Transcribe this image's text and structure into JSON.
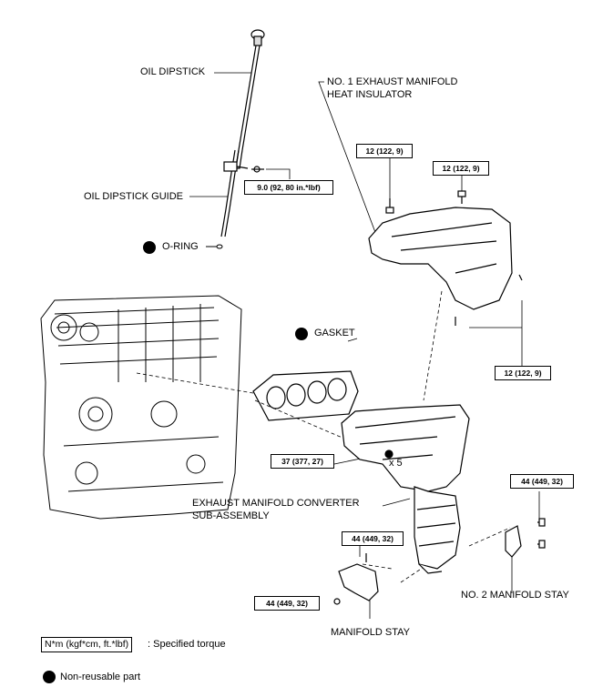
{
  "labels": {
    "oil_dipstick": "OIL DIPSTICK",
    "oil_dipstick_guide": "OIL DIPSTICK GUIDE",
    "o_ring": "O-RING",
    "heat_insulator_line1": "NO. 1 EXHAUST MANIFOLD",
    "heat_insulator_line2": "HEAT INSULATOR",
    "gasket": "GASKET",
    "converter_line1": "EXHAUST MANIFOLD CONVERTER",
    "converter_line2": "SUB-ASSEMBLY",
    "manifold_stay": "MANIFOLD STAY",
    "no2_manifold_stay": "NO. 2 MANIFOLD STAY",
    "x5": "x 5"
  },
  "torques": {
    "guide_bolt": "9.0 (92, 80 in.*lbf)",
    "insulator_left": "12 (122, 9)",
    "insulator_right": "12 (122, 9)",
    "insulator_bottom": "12 (122, 9)",
    "manifold_nut": "37 (377, 27)",
    "no2_stay": "44 (449, 32)",
    "stay_upper": "44 (449, 32)",
    "stay_lower": "44 (449, 32)"
  },
  "legend": {
    "torque_key": "N*m (kgf*cm, ft.*lbf)",
    "torque_desc": ": Specified torque",
    "nonreusable": "Non-reusable part"
  }
}
